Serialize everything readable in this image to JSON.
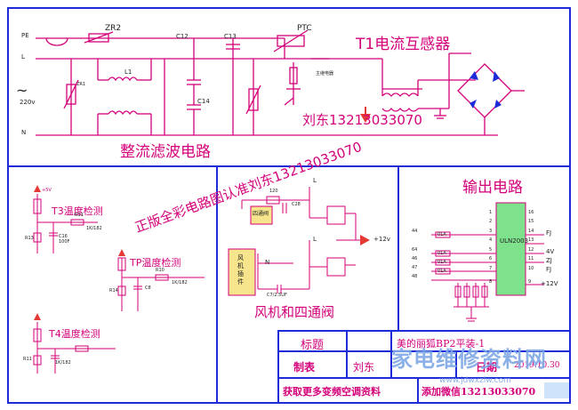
{
  "colors": {
    "frame": "#1d2bd8",
    "wire": "#d3007a",
    "accent": "#1d2bd8",
    "warning": "#e53935",
    "relay_box": "#f6e58d"
  },
  "rectifier": {
    "title": "整流滤波电路",
    "pe": "PE",
    "l": "L",
    "n": "N",
    "voltage": "220v",
    "ac_symbol": "~",
    "zr2": "ZR2",
    "zr1": "ZR1",
    "l1": "L1",
    "c12": "C12",
    "c13": "C13",
    "c14": "C14",
    "ptc": "PTC",
    "relay": "主继电器"
  },
  "transformer": {
    "title": "T1电流互感器"
  },
  "sensors": {
    "t3": "T3温度检测",
    "tp": "TP温度检测",
    "t4": "T4温度检测",
    "vcc": "+5V",
    "mini_labels": [
      "R13",
      "R11",
      "C16",
      "100F",
      "R12",
      "1K/182",
      "R14",
      "R10",
      "C8",
      "R11"
    ]
  },
  "fan": {
    "title": "风机和四通阀",
    "r120": "120",
    "c28": "C28",
    "valve_box": "四通阀",
    "fan_box": "风机插件",
    "n": "N",
    "l1": "L",
    "l2": "L",
    "cap": "C7/2.5UF",
    "v12": "+12v"
  },
  "output": {
    "title": "输出电路",
    "ic": "ULN2003",
    "in_pins": [
      "44",
      "64",
      "46",
      "47",
      "48"
    ],
    "out_labels": [
      "FJ",
      "4V",
      "ZJ",
      "FJ"
    ],
    "pin_left": [
      "1",
      "2",
      "3",
      "4",
      "5",
      "6",
      "7",
      "8"
    ],
    "pin_right": [
      "16",
      "15",
      "14",
      "13",
      "12",
      "11",
      "10",
      "9"
    ],
    "res": "01A",
    "v12": "+12V"
  },
  "watermark": "正版全彩电路图认准刘东13213033070",
  "phone_overlay": "刘东13213033070",
  "title_block": {
    "title_label": "标题",
    "title_value": "美的丽狐BP2平装-1",
    "made_label": "制表",
    "made_value": "刘东",
    "date_label": "日期",
    "date_value": "2019.10.30",
    "footer_left": "获取更多变频空调资料",
    "footer_right": "添加微信13213033070",
    "site": "家电维修资料网",
    "site_url": "www.jdwxzlw.com"
  }
}
